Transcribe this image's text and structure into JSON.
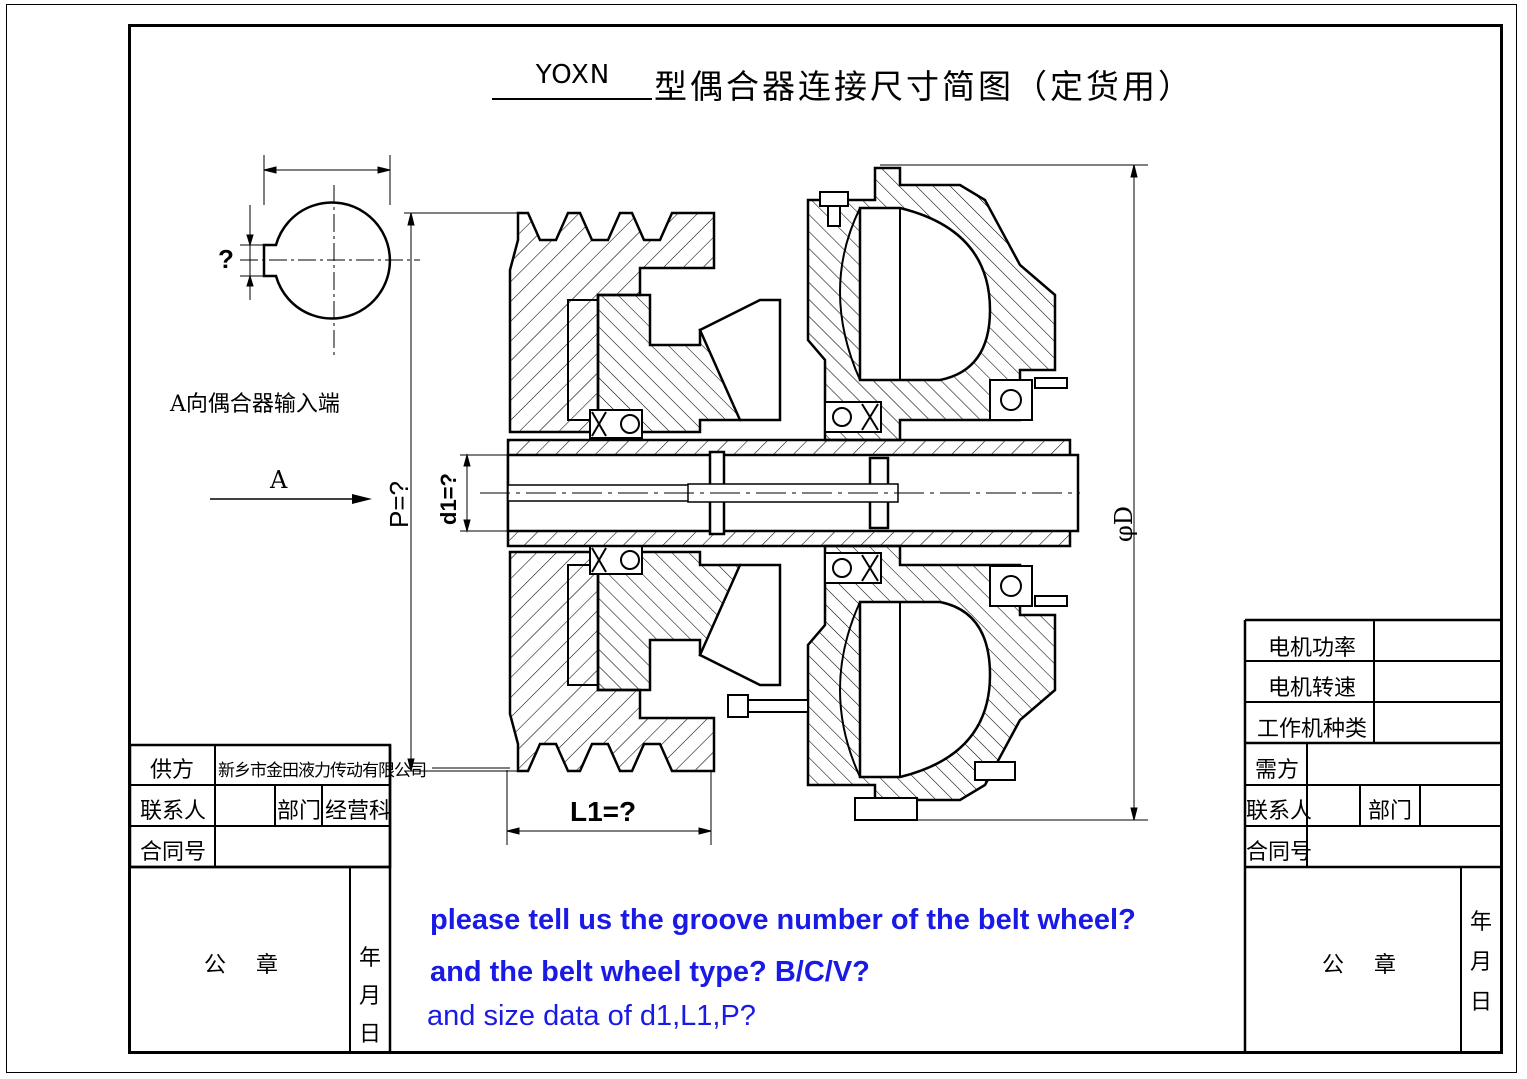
{
  "title": {
    "model": "YOXN",
    "text": "型偶合器连接尺寸简图（定货用）"
  },
  "labels": {
    "keyway_q": "?",
    "input_end": "A向偶合器输入端",
    "arrow_a": "A",
    "p_dim": "P=?",
    "d1_dim": "d1=?",
    "l1_dim": "L1=?",
    "phi_d": "φD"
  },
  "notes": {
    "line1": "please tell us the groove number of the belt wheel?",
    "line2": "and the belt wheel type? B/C/V?",
    "line3": "and size data of d1,L1,P?"
  },
  "supplier_table": {
    "supplier_label": "供方",
    "supplier_value": "新乡市金田液力传动有限公司",
    "contact_label": "联系人",
    "dept_label": "部门",
    "dept_value": "经营科",
    "contract_label": "合同号",
    "seal_label": "公　章",
    "date_label": "年 月 日"
  },
  "demand_table": {
    "motor_power": "电机功率",
    "motor_speed": "电机转速",
    "machine_type": "工作机种类",
    "buyer_label": "需方",
    "contact_label": "联系人",
    "dept_label": "部门",
    "contract_label": "合同号",
    "seal_label": "公　章",
    "date_label": "年 月 日"
  }
}
